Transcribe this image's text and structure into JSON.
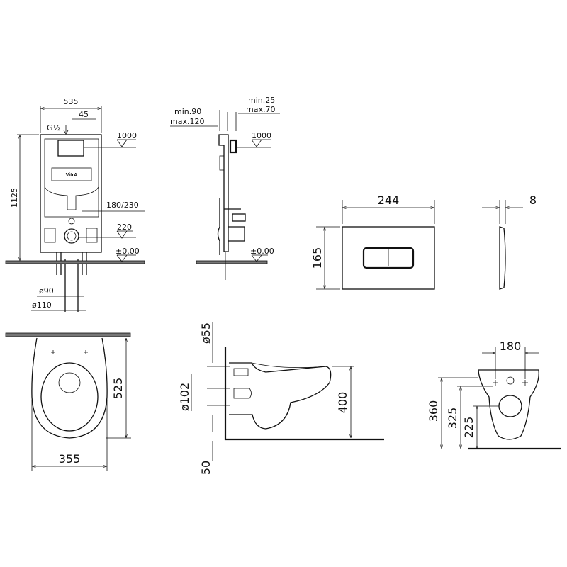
{
  "frame_front": {
    "width": "535",
    "inlet_offset": "45",
    "inlet_thread": "G½",
    "button_height": "1000",
    "height": "1125",
    "bolt_spacing": "180/230",
    "outlet_height": "220",
    "floor_level": "±0.00",
    "pipe_90": "ø90",
    "pipe_110": "ø110",
    "brand": "VitrA"
  },
  "frame_side": {
    "wall_min": "min.90",
    "wall_max": "max.120",
    "cover_min": "min.25",
    "cover_max": "max.70",
    "button_height": "1000",
    "floor_level": "±0.00"
  },
  "flush_plate": {
    "width": "244",
    "height": "165",
    "depth": "8"
  },
  "bowl_top": {
    "length": "525",
    "width": "355"
  },
  "bowl_side": {
    "inlet_dia": "ø55",
    "outlet_dia": "ø102",
    "rim_height": "400",
    "offset": "50"
  },
  "bowl_front": {
    "bolt_spacing": "180",
    "total_height": "360",
    "upper": "325",
    "lower": "225"
  }
}
